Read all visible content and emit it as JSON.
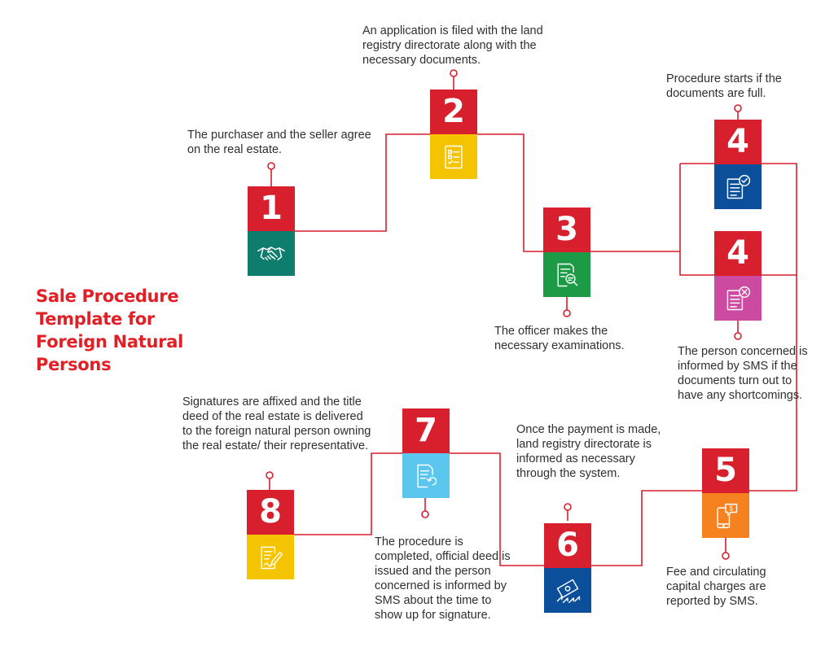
{
  "title": "Sale Procedure Template for Foreign Natural Persons",
  "colors": {
    "accent": "#d71f2d",
    "title": "#e31e24",
    "teal": "#0f7d6d",
    "yellow": "#f5c400",
    "green": "#1c9a46",
    "navy": "#0b4f9b",
    "magenta": "#cc4aa0",
    "orange": "#f5821f",
    "sky": "#5bc6ee"
  },
  "steps": [
    {
      "number": "1",
      "icon": "handshake-icon",
      "color": "#0f7d6d",
      "caption": "The purchaser and the seller agree on the real estate."
    },
    {
      "number": "2",
      "icon": "checklist-document-icon",
      "color": "#f5c400",
      "caption": "An application is filed with the land registry directorate along with the necessary documents."
    },
    {
      "number": "3",
      "icon": "document-search-icon",
      "color": "#1c9a46",
      "caption": "The officer makes the necessary examinations."
    },
    {
      "number": "4",
      "icon": "document-approved-icon",
      "color": "#0b4f9b",
      "caption": "Procedure starts if the documents are full."
    },
    {
      "number": "4",
      "icon": "document-rejected-icon",
      "color": "#cc4aa0",
      "caption": "The person concerned is informed by SMS if the documents turn out to have any shortcomings."
    },
    {
      "number": "5",
      "icon": "phone-payment-icon",
      "color": "#f5821f",
      "caption": "Fee and circulating capital charges are reported by SMS."
    },
    {
      "number": "6",
      "icon": "money-transfer-icon",
      "color": "#0b4f9b",
      "caption": "Once the payment is made, land registry directorate is informed as necessary through the system."
    },
    {
      "number": "7",
      "icon": "document-refresh-icon",
      "color": "#5bc6ee",
      "caption": "The procedure is completed, official deed is issued and the person concerned is informed by SMS about the time to show up for signature."
    },
    {
      "number": "8",
      "icon": "signing-document-icon",
      "color": "#f5c400",
      "caption": "Signatures are affixed and the title deed of the real estate is delivered to the foreign natural person owning the real estate/ their representative."
    }
  ]
}
